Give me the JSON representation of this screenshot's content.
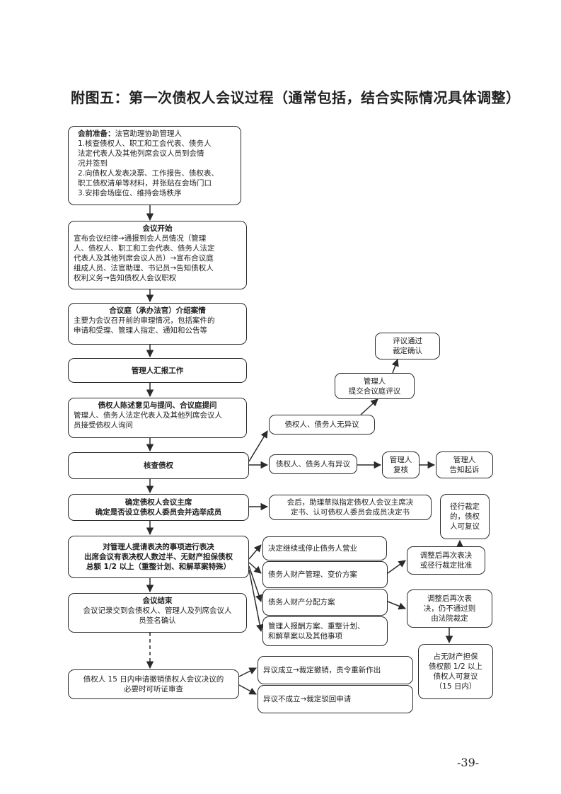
{
  "title": "附图五：第一次债权人会议过程（通常包括，结合实际情况具体调整）",
  "page_number": "-39-",
  "boxes": {
    "prep": {
      "label": "会前准备：",
      "label_rest": "法官助理协助管理人",
      "l1": "1.核查债权人、职工和工会代表、债务人",
      "l2": "法定代表人及其他列席会议人员到会情",
      "l3": "况并签到",
      "l4": "2.向债权人发表决票、工作报告、债权表、",
      "l5": "职工债权清单等材料，并张贴在会场门口",
      "l6": "3.安排会场座位、维持会场秩序"
    },
    "start": {
      "title": "会议开始",
      "l1": "宣布会议纪律→通报到会人员情况（管理",
      "l2": "人、债权人、职工和工会代表、债务人法定",
      "l3": "代表人及其他列席会议人员）→宣布合议庭",
      "l4": "组成人员、法官助理、书记员→告知债权人",
      "l5": "权利义务→告知债权人会议职权"
    },
    "intro": {
      "title": "合议庭（承办法官）介绍案情",
      "l1": "主要为会议召开前的审理情况，包括案件的",
      "l2": "申请和受理、管理人指定、通知和公告等"
    },
    "report": {
      "title": "管理人汇报工作"
    },
    "opinion": {
      "title": "债权人陈述意见与提问、合议庭提问",
      "l1": "管理人、债务人法定代表人及其他列席会议人",
      "l2": "员接受债权人询问"
    },
    "verify": {
      "title": "核查债权"
    },
    "chair": {
      "l1": "确定债权人会议主席",
      "l2": "确定是否设立债权人委员会并选举成员"
    },
    "vote": {
      "l1": "对管理人提请表决的事项进行表决",
      "l2": "出席会议有表决权人数过半、无财产担保债权",
      "l3": "总额 1/2 以上（重整计划、和解草案特殊）"
    },
    "end": {
      "title": "会议结束",
      "l1": "会议记录交到会债权人、管理人及列席会议人",
      "l2": "员签名确认"
    },
    "revoke": {
      "l1": "债权人 15 日内申请撤销债权人会议决议的",
      "l2": "必要时可听证审查"
    },
    "no_objection": {
      "text": "债权人、债务人无异议"
    },
    "has_objection": {
      "text": "债权人、债务人有异议"
    },
    "submit": {
      "l1": "管理人",
      "l2": "提交合议庭评议"
    },
    "ruling": {
      "l1": "评议通过",
      "l2": "裁定确认"
    },
    "recheck": {
      "l1": "管理人",
      "l2": "复核"
    },
    "sue": {
      "l1": "管理人",
      "l2": "告知起诉"
    },
    "assistant": {
      "l1": "会后，助理草拟指定债权人会议主席决",
      "l2": "定书、认可债权人委员会成员决定书"
    },
    "direct_ruling": {
      "l1": "径行裁定",
      "l2": "的，债权",
      "l3": "人可复议"
    },
    "item1": {
      "text": "决定继续或停止债务人营业"
    },
    "item2": {
      "text": "债务人财产管理、变价方案"
    },
    "item3": {
      "text": "债务人财产分配方案"
    },
    "item4": {
      "l1": "管理人报酬方案、重整计划、",
      "l2": "和解草案以及其他事项"
    },
    "revote1": {
      "l1": "调整后再次表决",
      "l2": "或径行裁定批准"
    },
    "revote2": {
      "l1": "调整后再次表",
      "l2": "决，仍不通过则",
      "l3": "由法院裁定"
    },
    "half_review": {
      "l1": "占无财产担保",
      "l2": "债权额 1/2 以上",
      "l3": "债权人可复议",
      "l4": "（15 日内）"
    },
    "objection_ok": {
      "text": "异议成立→裁定撤销，责令重新作出"
    },
    "objection_no": {
      "text": "异议不成立→裁定驳回申请"
    }
  }
}
